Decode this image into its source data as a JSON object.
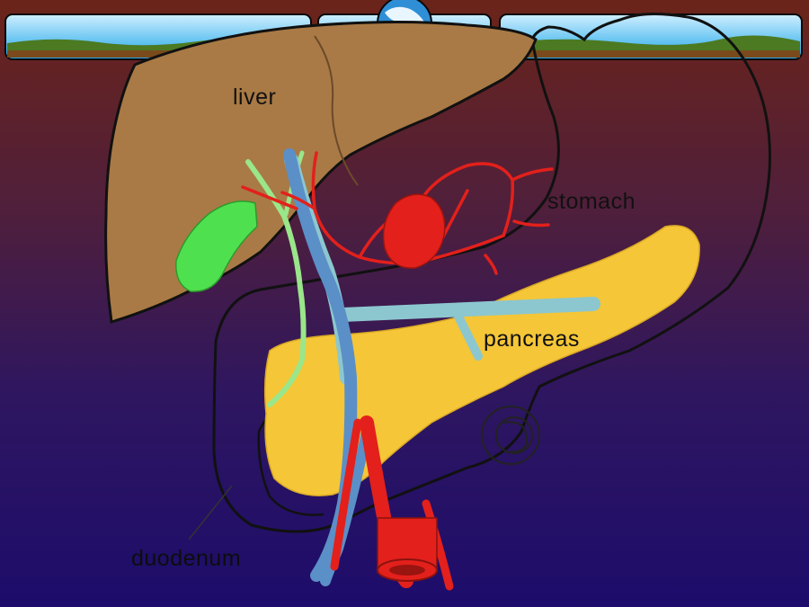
{
  "labels": {
    "liver": "liver",
    "stomach": "stomach",
    "pancreas": "pancreas",
    "duodenum": "duodenum"
  },
  "colors": {
    "liver": "#a97a45",
    "gallbladder": "#4fe04f",
    "bile_duct": "#9ae68a",
    "pancreas": "#f5c637",
    "portal_vein": "#8cc7cf",
    "vena_cava": "#5b8fc7",
    "aorta": "#e3201b",
    "outline": "#111111"
  }
}
